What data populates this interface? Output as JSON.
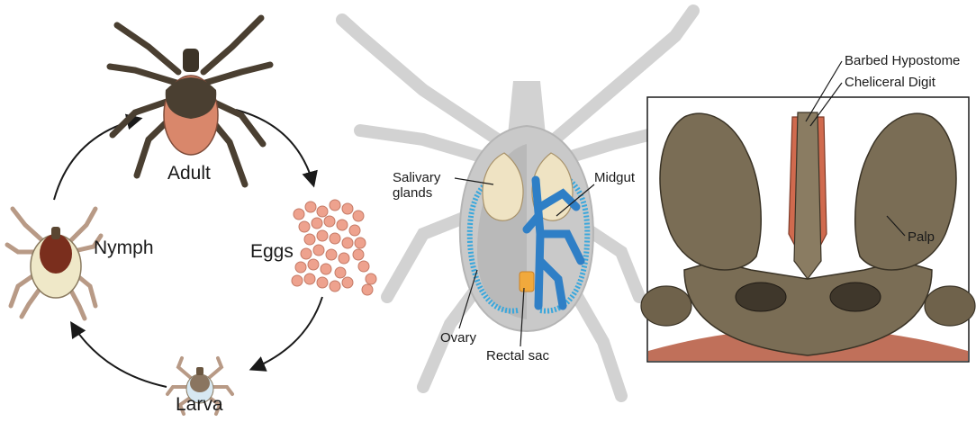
{
  "life_cycle": {
    "adult": "Adult",
    "eggs": "Eggs",
    "larva": "Larva",
    "nymph": "Nymph"
  },
  "anatomy": {
    "salivary_glands": "Salivary\nglands",
    "midgut": "Midgut",
    "ovary": "Ovary",
    "rectal_sac": "Rectal sac"
  },
  "mouthparts": {
    "barbed_hypostome": "Barbed Hypostome",
    "cheliceral_digit": "Cheliceral Digit",
    "palp": "Palp"
  },
  "colors": {
    "tick_body": "#4a3f31",
    "tick_abdomen": "#d9876b",
    "egg": "#eea28e",
    "translucent_tick": "#c9c9c9",
    "salivary": "#efe3c3",
    "midgut": "#2f7fc6",
    "ovary_duct": "#39a7dc",
    "rectal_sac": "#f1a93c",
    "capitulum": "#7a6d55"
  }
}
